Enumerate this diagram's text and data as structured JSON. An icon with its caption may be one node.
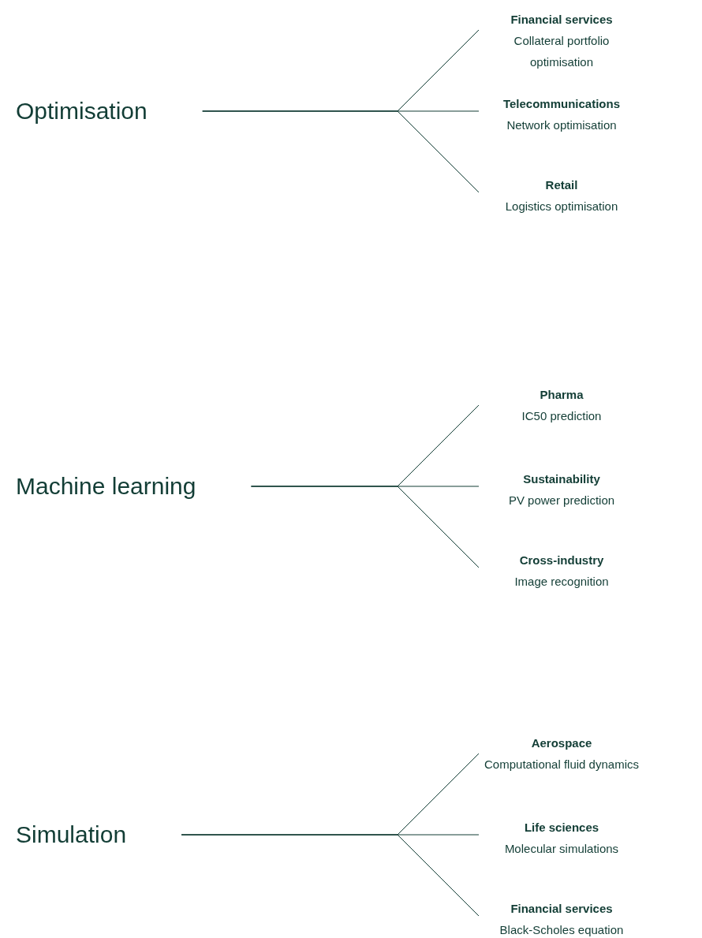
{
  "diagram": {
    "nodes": [
      {
        "text": [
          "Optimisation"
        ]
      },
      {
        "text": [
          "Financial services",
          "Collateral portfolio optimisation"
        ]
      },
      {
        "text": [
          "Telecommunications",
          "Network optimisation"
        ]
      },
      {
        "text": [
          "Retail",
          "Logistics optimisation"
        ]
      },
      {
        "text": [
          "Machine learning"
        ]
      },
      {
        "text": [
          "Pharma",
          "IC50 prediction"
        ]
      },
      {
        "text": [
          "Sustainability",
          "PV power prediction"
        ]
      },
      {
        "text": [
          "Cross-industry",
          "Image recognition"
        ]
      },
      {
        "text": [
          "Simulation"
        ]
      },
      {
        "text": [
          "Aerospace",
          "Computational fluid dynamics"
        ]
      },
      {
        "text": [
          "Life sciences",
          "Molecular simulations"
        ]
      },
      {
        "text": [
          "Financial services",
          "Black-Scholes equation"
        ]
      }
    ],
    "edges": [
      {
        "from": 0,
        "to": 1,
        "arrow": "none"
      },
      {
        "from": 0,
        "to": 2,
        "arrow": "none"
      },
      {
        "from": 0,
        "to": 3,
        "arrow": "none"
      },
      {
        "from": 4,
        "to": 5,
        "arrow": "none"
      },
      {
        "from": 4,
        "to": 6,
        "arrow": "none"
      },
      {
        "from": 4,
        "to": 7,
        "arrow": "none"
      },
      {
        "from": 8,
        "to": 9,
        "arrow": "none"
      },
      {
        "from": 8,
        "to": 10,
        "arrow": "none"
      },
      {
        "from": 8,
        "to": 11,
        "arrow": "none"
      }
    ]
  }
}
